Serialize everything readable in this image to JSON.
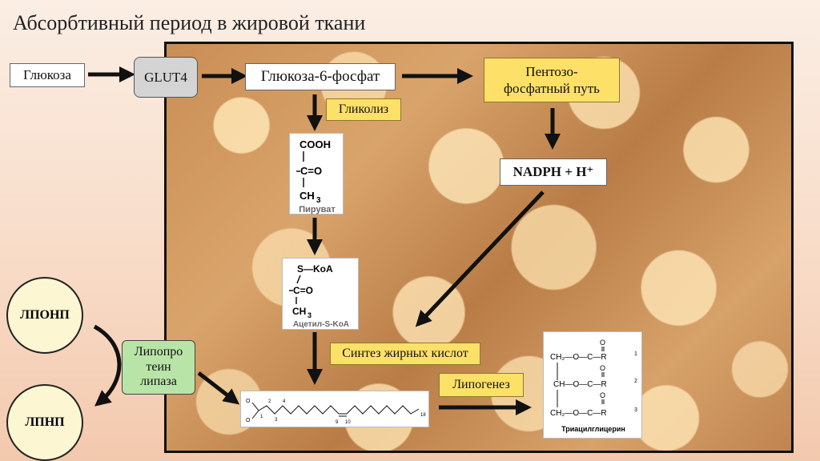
{
  "title": "Абсорбтивный период в жировой ткани",
  "nodes": {
    "glucose": "Глюкоза",
    "glut4": "GLUT4",
    "g6p": "Глюкоза-6-фосфат",
    "ppp_line1": "Пентозо-",
    "ppp_line2": "фосфатный путь",
    "glycolysis": "Гликолиз",
    "nadph": "NADPH + H⁺",
    "fa_synthesis": "Синтез жирных кислот",
    "lipogenesis": "Липогенез",
    "vldl": "ЛПОНП",
    "ldl": "ЛПНП",
    "lpl_line1": "Липопро",
    "lpl_line2": "теин",
    "lpl_line3": "липаза"
  },
  "pyruvate": {
    "label": "Пируват",
    "cooh": "COOH",
    "co": "C=O",
    "ch": "CH",
    "sub3": "3"
  },
  "acetyl": {
    "label": "Ацетил-S-KoA",
    "skoa": "S—KoA",
    "co": "C=O",
    "ch": "CH",
    "sub3": "3"
  },
  "fatty_acid": {
    "o": "O",
    "c1": "1",
    "c2": "2",
    "c3": "3",
    "c4": "4",
    "c9": "9",
    "c10": "10",
    "c18": "18"
  },
  "tag": {
    "label": "Триацилглицерин",
    "row1_left": "CH₂—O—C—R",
    "row2_left": "CH—O—C—R",
    "row3_left": "CH₂—O—C—R",
    "r1": "1",
    "r2": "2",
    "r3": "3",
    "o": "O"
  },
  "colors": {
    "yellow": "#fde068",
    "green": "#b9e4a8",
    "circle": "#fdf6d2",
    "glut_gray": "#d4d4d4"
  }
}
